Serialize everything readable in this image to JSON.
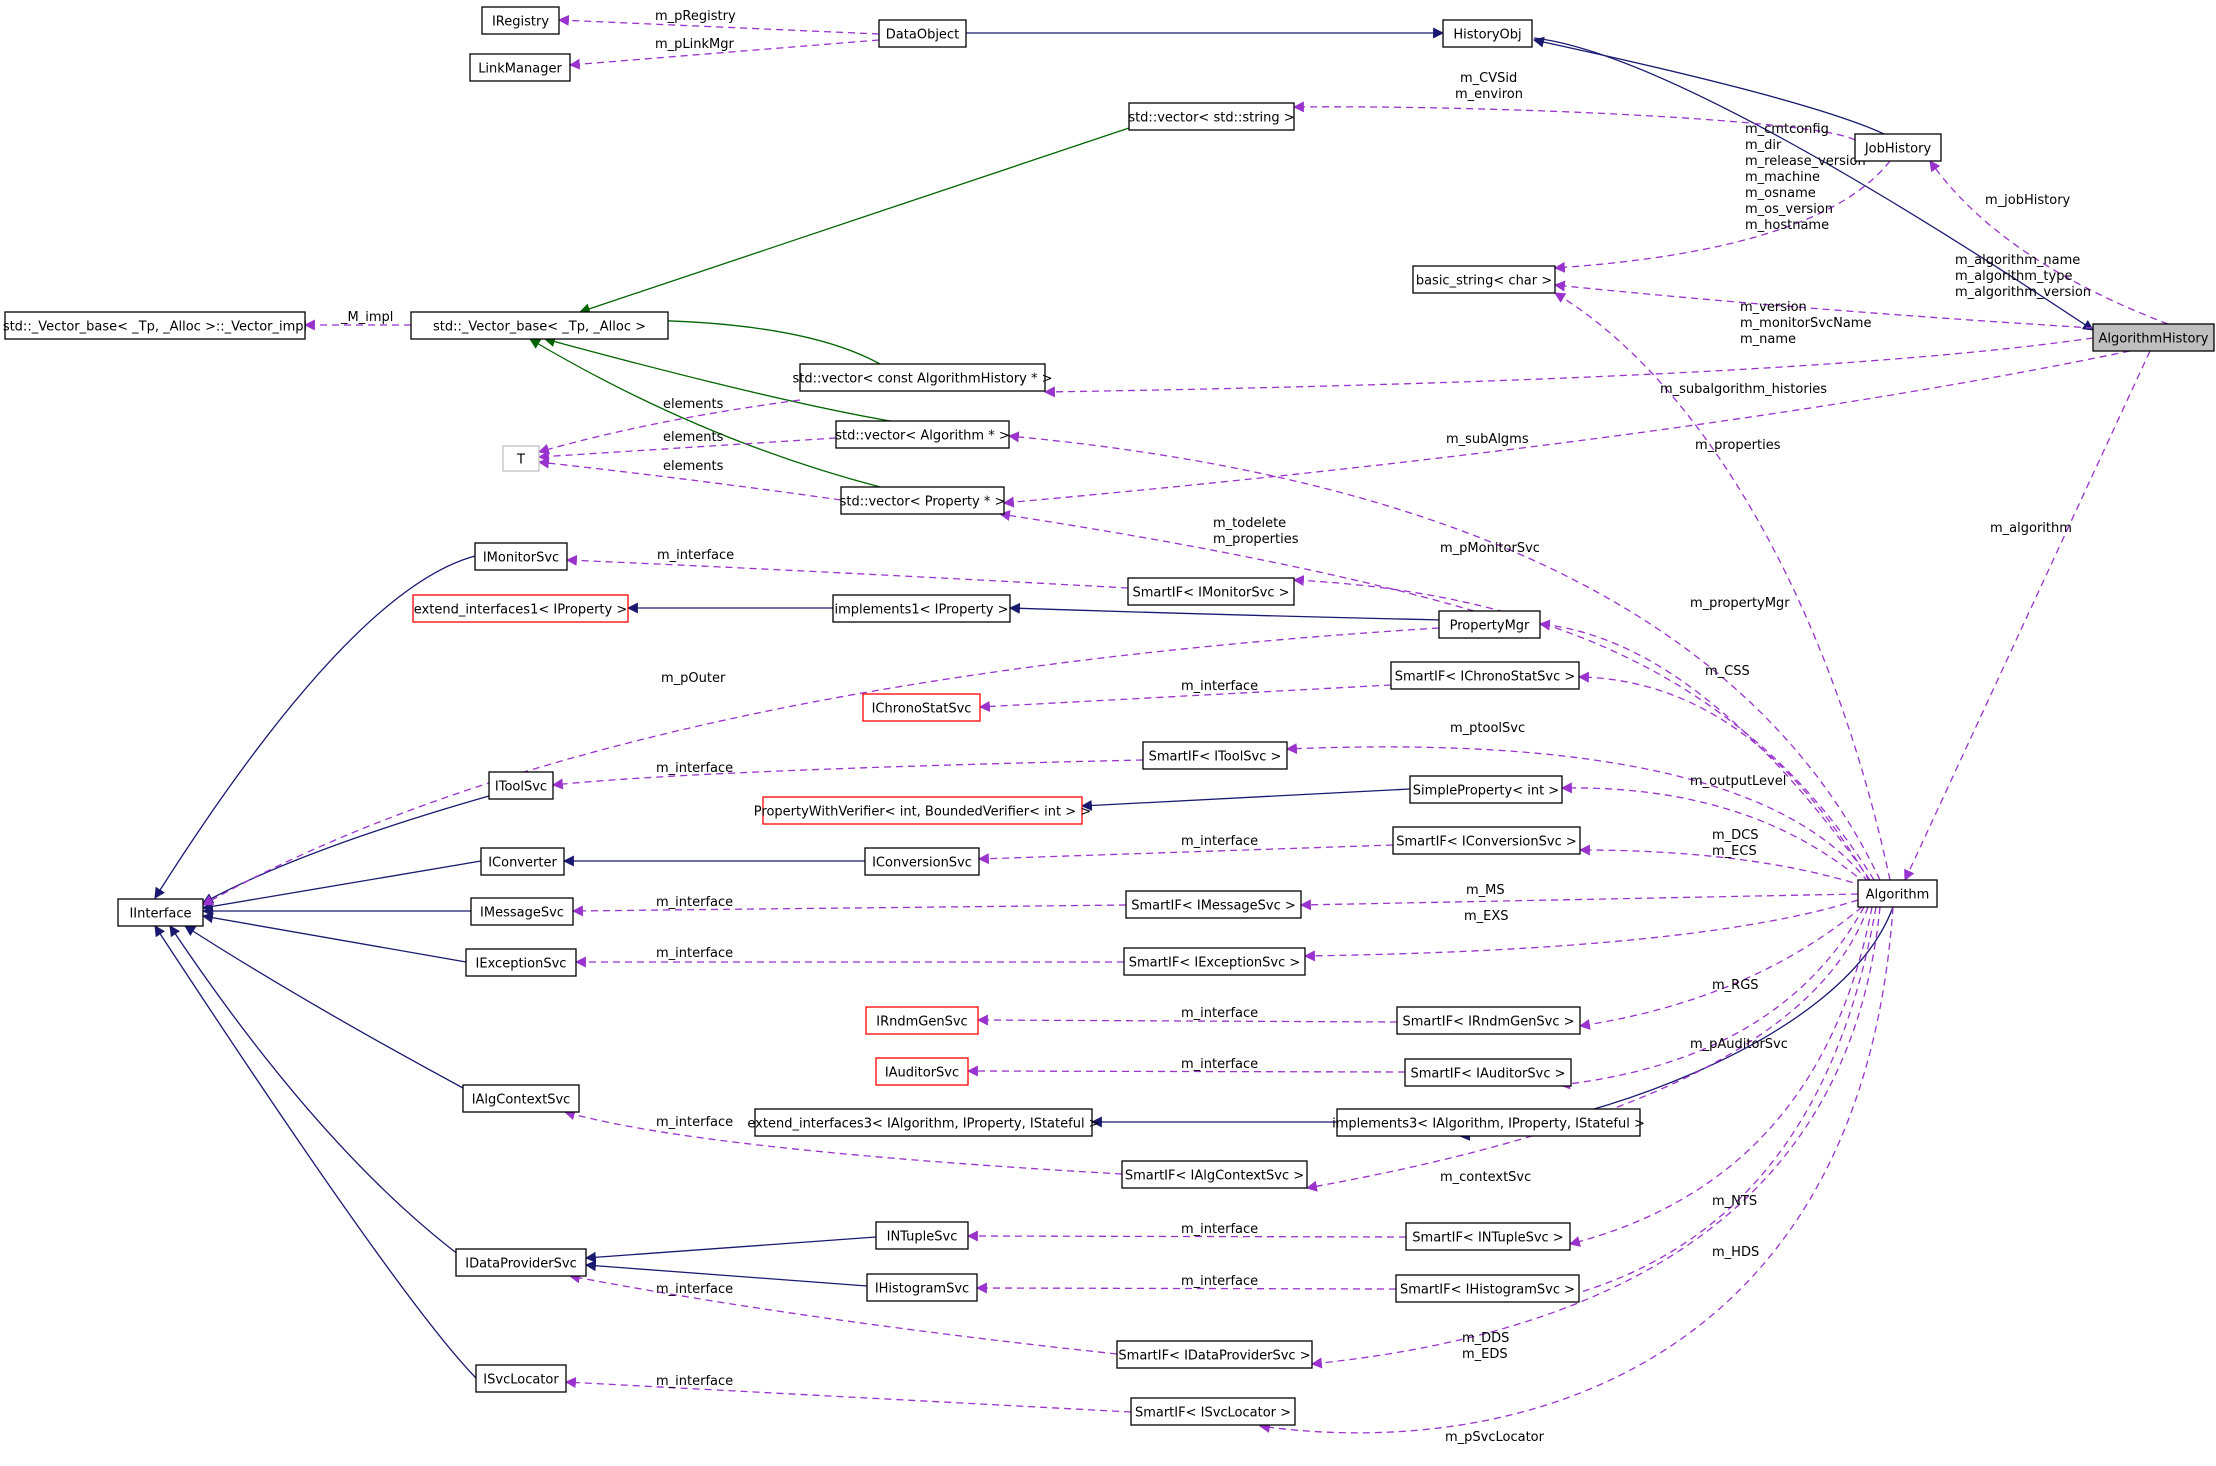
{
  "nodes": {
    "AlgorithmHistory": {
      "label": "AlgorithmHistory",
      "fill": "#bfbfbf"
    },
    "Algorithm": {
      "label": "Algorithm"
    },
    "JobHistory": {
      "label": "JobHistory"
    },
    "HistoryObj": {
      "label": "HistoryObj"
    },
    "DataObject": {
      "label": "DataObject"
    },
    "IRegistry": {
      "label": "IRegistry"
    },
    "LinkManager": {
      "label": "LinkManager"
    },
    "vec_string": {
      "label": "std::vector< std::string >"
    },
    "basic_string": {
      "label": "basic_string< char >"
    },
    "vec_base_impl": {
      "label": "std::_Vector_base< _Tp, _Alloc >::_Vector_impl"
    },
    "vec_base": {
      "label": "std::_Vector_base< _Tp, _Alloc >"
    },
    "vec_algohist": {
      "label": "std::vector< const AlgorithmHistory * >"
    },
    "vec_algo": {
      "label": "std::vector< Algorithm * >"
    },
    "vec_prop": {
      "label": "std::vector< Property * >"
    },
    "T": {
      "label": "T"
    },
    "IMonitorSvc": {
      "label": "IMonitorSvc"
    },
    "SI_IMonitorSvc": {
      "label": "SmartIF< IMonitorSvc >"
    },
    "extend_interfaces1": {
      "label": "extend_interfaces1< IProperty >"
    },
    "implements1": {
      "label": "implements1< IProperty >"
    },
    "PropertyMgr": {
      "label": "PropertyMgr"
    },
    "IChronoStatSvc": {
      "label": "IChronoStatSvc"
    },
    "SI_IChronoStatSvc": {
      "label": "SmartIF< IChronoStatSvc >"
    },
    "IToolSvc": {
      "label": "IToolSvc"
    },
    "SI_IToolSvc": {
      "label": "SmartIF< IToolSvc >"
    },
    "PropertyWithVerifier": {
      "label": "PropertyWithVerifier< int, BoundedVerifier< int > >"
    },
    "SimpleProperty": {
      "label": "SimpleProperty< int >"
    },
    "IConverter": {
      "label": "IConverter"
    },
    "IConversionSvc": {
      "label": "IConversionSvc"
    },
    "SI_IConversionSvc": {
      "label": "SmartIF< IConversionSvc >"
    },
    "IInterface": {
      "label": "IInterface"
    },
    "IMessageSvc": {
      "label": "IMessageSvc"
    },
    "SI_IMessageSvc": {
      "label": "SmartIF< IMessageSvc >"
    },
    "IExceptionSvc": {
      "label": "IExceptionSvc"
    },
    "SI_IExceptionSvc": {
      "label": "SmartIF< IExceptionSvc >"
    },
    "IRndmGenSvc": {
      "label": "IRndmGenSvc"
    },
    "SI_IRndmGenSvc": {
      "label": "SmartIF< IRndmGenSvc >"
    },
    "IAuditorSvc": {
      "label": "IAuditorSvc"
    },
    "SI_IAuditorSvc": {
      "label": "SmartIF< IAuditorSvc >"
    },
    "IAlgContextSvc": {
      "label": "IAlgContextSvc"
    },
    "extend_interfaces3": {
      "label": "extend_interfaces3< IAlgorithm, IProperty, IStateful >"
    },
    "implements3": {
      "label": "implements3< IAlgorithm, IProperty, IStateful >"
    },
    "SI_IAlgContextSvc": {
      "label": "SmartIF< IAlgContextSvc >"
    },
    "INTupleSvc": {
      "label": "INTupleSvc"
    },
    "SI_INTupleSvc": {
      "label": "SmartIF< INTupleSvc >"
    },
    "IDataProviderSvc": {
      "label": "IDataProviderSvc"
    },
    "IHistogramSvc": {
      "label": "IHistogramSvc"
    },
    "SI_IHistogramSvc": {
      "label": "SmartIF< IHistogramSvc >"
    },
    "SI_IDataProviderSvc": {
      "label": "SmartIF< IDataProviderSvc >"
    },
    "ISvcLocator": {
      "label": "ISvcLocator"
    },
    "SI_ISvcLocator": {
      "label": "SmartIF< ISvcLocator >"
    }
  },
  "edge_labels": {
    "m_pRegistry": "m_pRegistry",
    "m_pLinkMgr": "m_pLinkMgr",
    "m_CVSid": "m_CVSid",
    "m_environ": "m_environ",
    "jh_strings": [
      "m_cmtconfig",
      "m_dir",
      "m_release_version",
      "m_machine",
      "m_osname",
      "m_os_version",
      "m_hostname"
    ],
    "m_jobHistory": "m_jobHistory",
    "ah_strings": [
      "m_algorithm_name",
      "m_algorithm_type",
      "m_algorithm_version"
    ],
    "algo_strings": [
      "m_version",
      "m_monitorSvcName",
      "m_name"
    ],
    "M_impl": "_M_impl",
    "m_subalgorithm_histories": "m_subalgorithm_histories",
    "elements1": "elements",
    "elements2": "elements",
    "elements3": "elements",
    "m_subAlgms": "m_subAlgms",
    "m_properties_ah": "m_properties",
    "m_algorithm": "m_algorithm",
    "m_todelete": "m_todelete",
    "m_properties_pm": "m_properties",
    "m_pMonitorSvc": "m_pMonitorSvc",
    "mi_monitor": "m_interface",
    "m_propertyMgr": "m_propertyMgr",
    "m_pOuter": "m_pOuter",
    "m_CSS": "m_CSS",
    "mi_chrono": "m_interface",
    "m_ptoolSvc": "m_ptoolSvc",
    "mi_tool": "m_interface",
    "m_outputLevel": "m_outputLevel",
    "m_DCS": "m_DCS",
    "m_ECS": "m_ECS",
    "mi_conversion": "m_interface",
    "m_MS": "m_MS",
    "mi_message": "m_interface",
    "m_EXS": "m_EXS",
    "mi_exception": "m_interface",
    "m_RGS": "m_RGS",
    "mi_rndm": "m_interface",
    "m_pAuditorSvc": "m_pAuditorSvc",
    "mi_auditor": "m_interface",
    "mi_algcontext": "m_interface",
    "m_contextSvc": "m_contextSvc",
    "m_NTS": "m_NTS",
    "mi_ntuple": "m_interface",
    "m_HDS": "m_HDS",
    "mi_histogram": "m_interface",
    "mi_dataprovider": "m_interface",
    "m_DDS": "m_DDS",
    "m_EDS": "m_EDS",
    "mi_svclocator": "m_interface",
    "m_pSvcLocator": "m_pSvcLocator"
  },
  "colors": {
    "inheritance": "#191970",
    "template": "#006400",
    "usage": "#9a32cd",
    "node_border": "#000000",
    "missing_border": "#ff0000",
    "template_param_border": "#bfbfbf"
  }
}
